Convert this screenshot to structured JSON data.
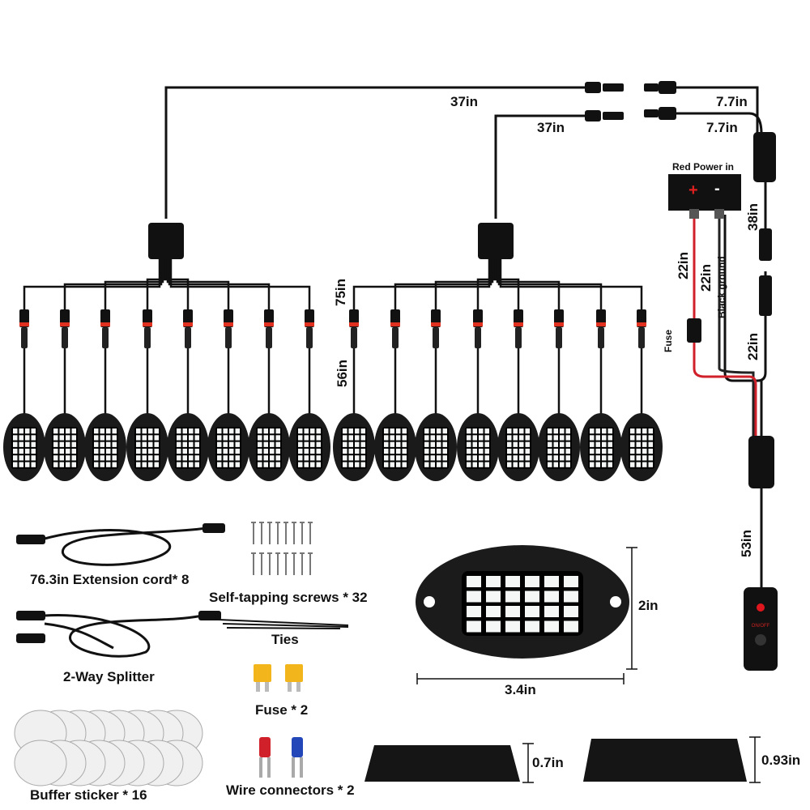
{
  "wiring": {
    "cable_a_length": "37in",
    "cable_b_length": "37in",
    "lead_a_length": "7.7in",
    "lead_b_length": "7.7in",
    "power_title": "Red Power in",
    "plus": "+",
    "minus": "-",
    "main_length": "38in",
    "red_length": "22in",
    "black_length": "22in",
    "black_label": "Black ground",
    "fuse_label": "Fuse",
    "lower_length": "22in",
    "hub_length": "75in",
    "pod_lead_length": "56in",
    "switch_length": "53in"
  },
  "accessories": {
    "extension": "76.3in Extension cord* 8",
    "screws": "Self-tapping screws * 32",
    "ties": "Ties",
    "splitter": "2-Way Splitter",
    "fuse": "Fuse * 2",
    "sticker": "Buffer sticker * 16",
    "connectors": "Wire connectors * 2"
  },
  "dimensions": {
    "height": "2in",
    "width": "3.4in",
    "depth_a": "0.7in",
    "depth_b": "0.93in"
  },
  "colors": {
    "wire": "#111111",
    "red_wire": "#d0202a",
    "fuse": "#f2b51c"
  }
}
